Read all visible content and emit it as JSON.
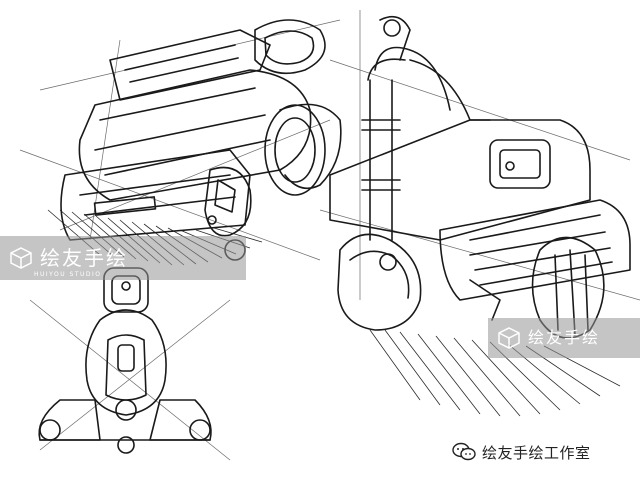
{
  "watermarks": [
    {
      "label": "绘友手绘",
      "sublabel": "HUIYOU STUDIO"
    },
    {
      "label": "绘友手绘"
    }
  ],
  "credit": {
    "label": "绘友手绘工作室",
    "icon": "wechat-icon"
  },
  "colors": {
    "ink": "#1a1a1a",
    "paper": "#ffffff",
    "watermark_band": "#969696"
  }
}
